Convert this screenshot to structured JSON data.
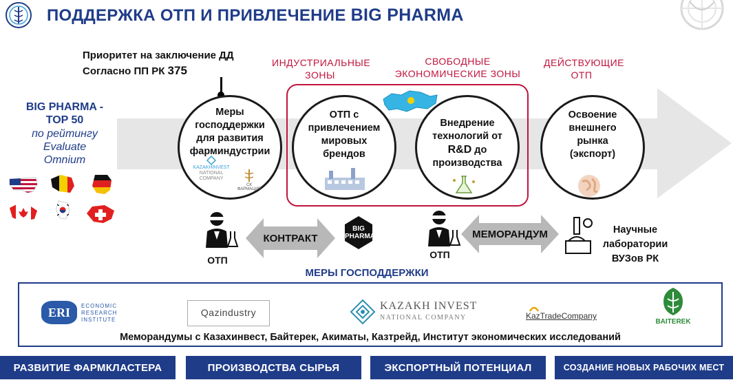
{
  "title": {
    "main": "ПОДДЕРЖКА ОТП И ПРИВЛЕЧЕНИЕ ",
    "bold": "BIG PHARMA"
  },
  "big_pharma": {
    "title_line1": "BIG PHARMA -",
    "title_line2": "TOP 50",
    "sub_line1": "по рейтингу",
    "sub_line2": "Evaluate",
    "sub_line3": "Omnium",
    "flags": [
      "USA",
      "Belgium",
      "Germany",
      "Canada",
      "South Korea",
      "Switzerland"
    ]
  },
  "priority": {
    "line1": "Приоритет на заключение ДД",
    "line2": "Согласно ПП РК ",
    "number": "375"
  },
  "zones": {
    "industrial": [
      "ИНДУСТРИАЛЬНЫЕ",
      "ЗОНЫ"
    ],
    "free": [
      "СВОБОДНЫЕ",
      "ЭКОНОМИЧЕСКИЕ  ЗОНЫ"
    ],
    "active": [
      "ДЕЙСТВУЮЩИЕ",
      "ОТП"
    ]
  },
  "circles": {
    "c1": [
      "Меры",
      "господдержки",
      "для развития",
      "фарминдустрии"
    ],
    "c1_logo1": "KAZAKHINVEST",
    "c1_logo1_sub": "NATIONAL COMPANY",
    "c1_logo2": "СК ФАРМАЦИЯ",
    "c2": [
      "ОТП с",
      "привлечением",
      "мировых",
      "брендов"
    ],
    "c3_line1": "Внедрение",
    "c3_line2": "технологий от",
    "c3_rd": "R&D",
    "c3_do": " до",
    "c3_line4": "производства",
    "c4": [
      "Освоение",
      "внешнего",
      "рынка",
      "(экспорт)"
    ]
  },
  "bottom_row": {
    "otp_left": "ОТП",
    "contract": "КОНТРАКТ",
    "big_pharma_badge": [
      "BIG",
      "PHARMA"
    ],
    "otp_mid": "ОТП",
    "memorandum": "МЕМОРАНДУМ",
    "labs": [
      "Научные",
      "лаборатории",
      "ВУЗов РК"
    ]
  },
  "measures_title": "МЕРЫ ГОСПОДДЕРЖКИ",
  "partners": {
    "eri": {
      "abbr": "ERI",
      "lines": [
        "ECONOMIC",
        "RESEARCH",
        "INSTITUTE"
      ]
    },
    "qaz": "Qazindustry",
    "kazinvest": {
      "name": "KAZAKH INVEST",
      "sub": "NATIONAL COMPANY"
    },
    "kaztrade": "KazTradeCompany",
    "baiterek": "BAITEREK"
  },
  "memorandums": "Меморандумы с Казахинвест, Байтерек, Акиматы, Казтрейд, Институт экономических исследований",
  "footer": [
    "РАЗВИТИЕ ФАРМКЛАСТЕРА",
    "ПРОИЗВОДСТВА СЫРЬЯ",
    "ЭКСПОРТНЫЙ ПОТЕНЦИАЛ",
    "СОЗДАНИЕ НОВЫХ РАБОЧИХ МЕСТ"
  ],
  "colors": {
    "navy": "#1f3c88",
    "red": "#c0143c",
    "arrow": "#e6e6e6"
  }
}
